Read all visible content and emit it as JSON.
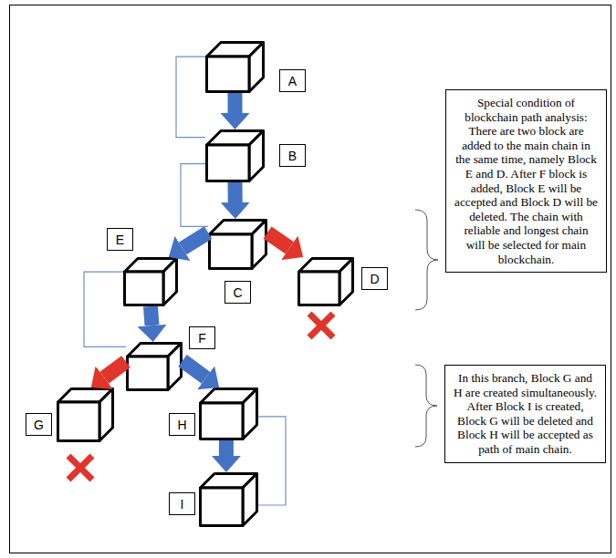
{
  "diagram": {
    "nodes": [
      {
        "text": [
          "A"
        ]
      },
      {
        "text": [
          "B"
        ]
      },
      {
        "text": [
          "Special condition of blockchain path analysis: There are two block are added to the main chain in the same time, namely Block E and D. After F block is added, Block E will be accepted and Block D will be deleted. The chain with reliable and longest chain will be selected for main blockchain."
        ]
      },
      {
        "text": [
          "C"
        ]
      },
      {
        "text": [
          "E"
        ]
      },
      {
        "text": [
          "D"
        ]
      },
      {
        "text": [
          "F"
        ]
      },
      {
        "text": [
          "In this branch, Block G and H are created simultaneously. After Block I is created, Block G will be deleted and Block H will be accepted as path of main chain."
        ]
      },
      {
        "text": [
          "G"
        ]
      },
      {
        "text": [
          "H"
        ]
      },
      {
        "text": [
          "I"
        ]
      }
    ],
    "edges": [
      {
        "from": 0,
        "to": 1,
        "arrow": "to"
      },
      {
        "from": 0,
        "to": 1,
        "arrow": "none"
      },
      {
        "from": 1,
        "to": 3,
        "arrow": "to"
      },
      {
        "from": 1,
        "to": 3,
        "arrow": "none"
      },
      {
        "from": 3,
        "to": 4,
        "arrow": "to"
      },
      {
        "from": 3,
        "to": 5,
        "arrow": "to"
      },
      {
        "from": 4,
        "to": 6,
        "arrow": "to"
      },
      {
        "from": 4,
        "to": 6,
        "arrow": "none"
      },
      {
        "from": 6,
        "to": 8,
        "arrow": "to"
      },
      {
        "from": 6,
        "to": 9,
        "arrow": "to"
      },
      {
        "from": 9,
        "to": 10,
        "arrow": "to"
      },
      {
        "from": 9,
        "to": 10,
        "arrow": "none"
      }
    ]
  }
}
